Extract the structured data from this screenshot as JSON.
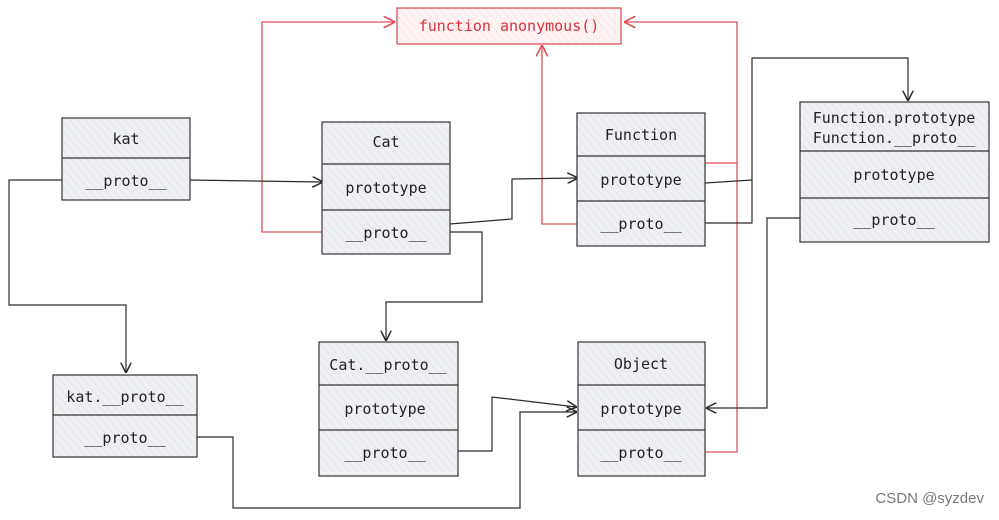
{
  "colors": {
    "box_fill": "#eceef1",
    "box_stroke": "#333333",
    "black_arrow": "#2a2a2a",
    "red_arrow": "#e0505a",
    "red_box_fill": "#fdf0f1"
  },
  "anon_box": {
    "label": "function anonymous()"
  },
  "boxes": {
    "kat": {
      "title": "kat",
      "proto": "__proto__"
    },
    "cat": {
      "title": "Cat",
      "prototype": "prototype",
      "proto": "__proto__"
    },
    "function": {
      "title": "Function",
      "prototype": "prototype",
      "proto": "__proto__"
    },
    "function_prototype": {
      "title_line1": "Function.prototype",
      "title_line2": "Function.__proto__",
      "prototype": "prototype",
      "proto": "__proto__"
    },
    "kat_proto": {
      "title": "kat.__proto__",
      "proto": "__proto__"
    },
    "cat_proto": {
      "title": "Cat.__proto__",
      "prototype": "prototype",
      "proto": "__proto__"
    },
    "object": {
      "title": "Object",
      "prototype": "prototype",
      "proto": "__proto__"
    }
  },
  "watermark": "CSDN @syzdev"
}
